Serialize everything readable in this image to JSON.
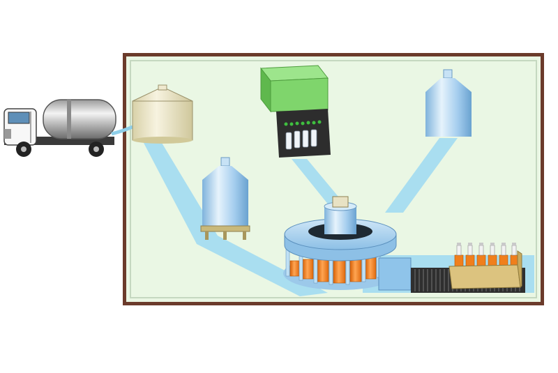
{
  "diagram": {
    "subject": "beverage-bottling-plant",
    "text_labels": []
  },
  "colors": {
    "plant_border": "#6b3b2b",
    "plant_floor": "#eaf7e4",
    "plant_inner_line": "#c5d8c0",
    "flow": "#a9def0",
    "steel_tank": "#9cc9ea",
    "beige_tank": "#e8e2c4",
    "cleaner_green": "#7fd56c",
    "liquid_orange": "#f07f1c",
    "conveyor": "#3a3a3a",
    "crate": "#dcc37f"
  },
  "components": [
    {
      "id": "delivery-tanker-truck",
      "role": "raw material delivery"
    },
    {
      "id": "receiving-tank",
      "role": "storage"
    },
    {
      "id": "process-tank",
      "role": "mixing"
    },
    {
      "id": "bottle-washer",
      "role": "cleaning"
    },
    {
      "id": "syrup-tank",
      "role": "storage"
    },
    {
      "id": "rotary-filler",
      "role": "filling"
    },
    {
      "id": "capping-unit",
      "role": "sealing"
    },
    {
      "id": "packing-conveyor",
      "role": "transport"
    },
    {
      "id": "bottle-crate",
      "role": "packing"
    }
  ]
}
